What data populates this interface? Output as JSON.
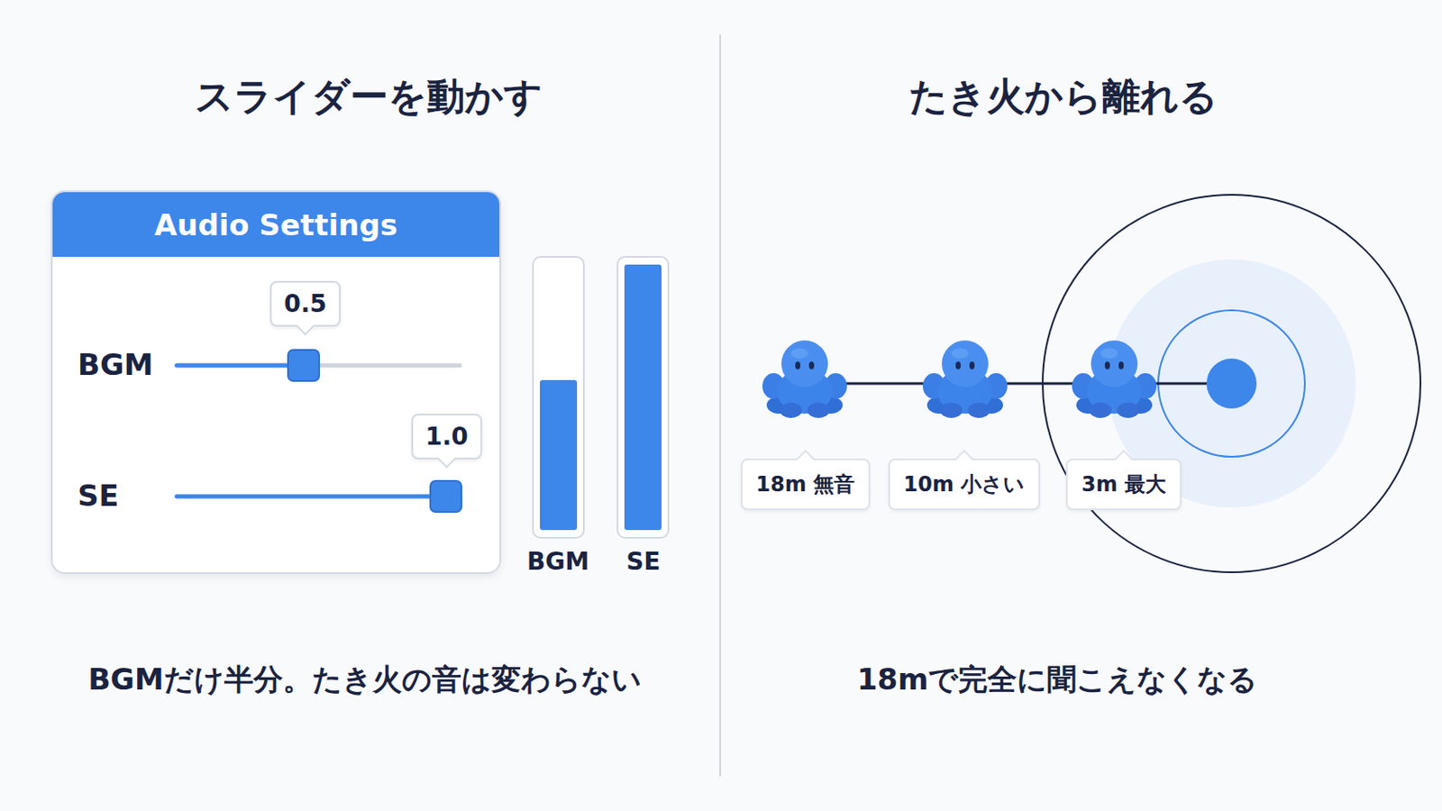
{
  "diagram": {
    "nodes": [
      {
        "text": [
          "Audio Settings"
        ]
      },
      {
        "text": [
          "0.5"
        ],
        "in": 0
      },
      {
        "text": [
          "1.0"
        ],
        "in": 0
      },
      {
        "text": [
          "18m 無音"
        ]
      },
      {
        "text": [
          "10m 小さい"
        ]
      },
      {
        "text": [
          "3m 最大"
        ]
      }
    ],
    "labels": [
      "スライダーを動かす",
      "BGM",
      "SE",
      "BGM",
      "SE",
      "BGMだけ半分。たき火の音は変わらない",
      "たき火から離れる",
      "18mで完全に聞こえなくなる"
    ]
  }
}
